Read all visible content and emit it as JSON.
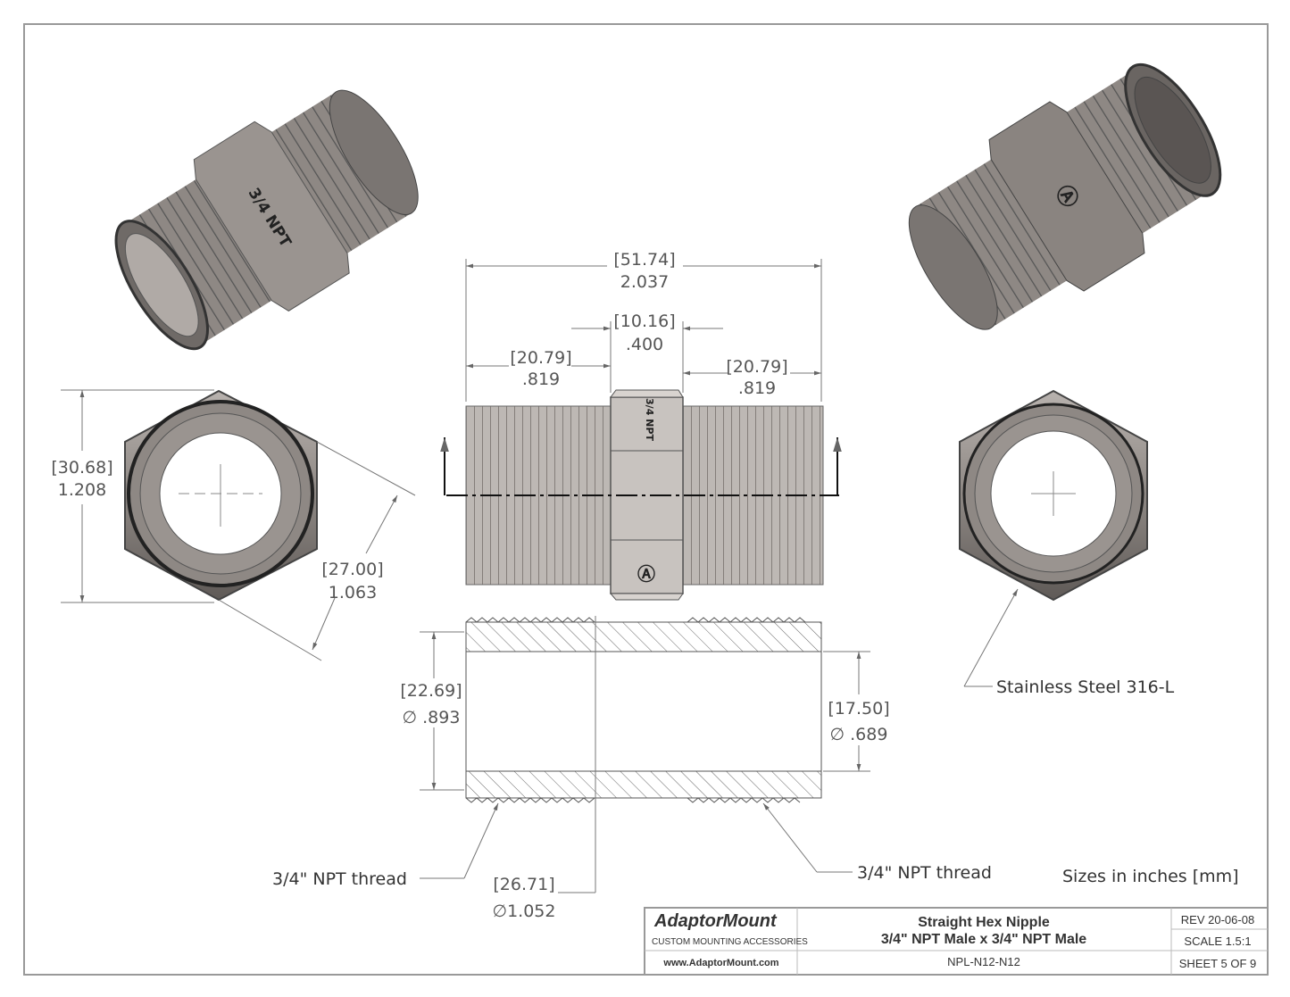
{
  "title_block": {
    "company": "AdaptorMount",
    "tagline": "CUSTOM MOUNTING ACCESSORIES",
    "website": "www.AdaptorMount.com",
    "part_title": "Straight Hex Nipple",
    "part_subtitle": "3/4\" NPT Male x 3/4\" NPT Male",
    "part_number": "NPL-N12-N12",
    "revision": "REV 20-06-08",
    "scale": "SCALE 1.5:1",
    "sheet": "SHEET 5 OF 9"
  },
  "dimensions": {
    "overall_length": {
      "mm": "[51.74]",
      "in": "2.037"
    },
    "hex_width": {
      "mm": "[10.16]",
      "in": ".400"
    },
    "thread_left": {
      "mm": "[20.79]",
      "in": ".819"
    },
    "thread_right": {
      "mm": "[20.79]",
      "in": ".819"
    },
    "hex_corners": {
      "mm": "[30.68]",
      "in": "1.208"
    },
    "hex_flats": {
      "mm": "[27.00]",
      "in": "1.063"
    },
    "bore_inner": {
      "mm": "[22.69]",
      "in": "∅ .893"
    },
    "bore_end": {
      "mm": "[17.50]",
      "in": "∅ .689"
    },
    "thread_od": {
      "mm": "[26.71]",
      "in": "∅1.052"
    }
  },
  "callouts": {
    "thread_left": "3/4\" NPT thread",
    "thread_right": "3/4\" NPT thread",
    "material": "Stainless Steel 316-L",
    "units_note": "Sizes in inches [mm]"
  },
  "engraving": "3/4 NPT",
  "colors": {
    "metal": "#8a8480",
    "metal_dark": "#4a4644",
    "line": "#777777"
  }
}
